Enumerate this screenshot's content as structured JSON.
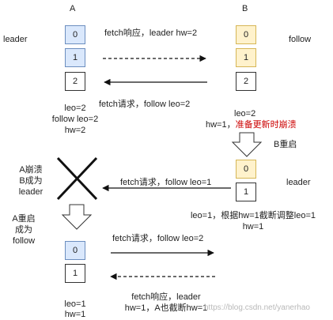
{
  "headers": {
    "a": "A",
    "b": "B"
  },
  "roles": {
    "leader": "leader",
    "follow": "follow",
    "b_leader": "leader"
  },
  "cells": {
    "a_top": [
      "0",
      "1",
      "2"
    ],
    "b_top": [
      "0",
      "1",
      "2"
    ],
    "b_mid": [
      "0",
      "1"
    ],
    "a_bottom": [
      "0",
      "1"
    ]
  },
  "messages": {
    "fetch_response_1": "fetch响应，leader hw=2",
    "fetch_request_1": "fetch请求，follow leo=2",
    "fetch_request_2": "fetch请求，follow leo=1",
    "fetch_request_3": "fetch请求，follow leo=2",
    "fetch_response_2_line1": "fetch响应，leader",
    "fetch_response_2_line2": "hw=1，A也截断hw=1"
  },
  "notes": {
    "a_stats": [
      "leo=2",
      "follow leo=2",
      "hw=2"
    ],
    "b_leo": "leo=2",
    "b_hw": "hw=1，",
    "b_crash": "准备更新时崩溃",
    "b_restart": "B重启",
    "a_crash": [
      "A崩溃",
      "B成为",
      "leader"
    ],
    "a_restart": [
      "A重启",
      "成为",
      "follow"
    ],
    "b_truncate": [
      "leo=1，根据hw=1截断调整leo=1",
      "hw=1"
    ],
    "a_final": [
      "leo=1",
      "hw=1"
    ]
  },
  "watermark": "https://blog.csdn.net/yanerhao",
  "colors": {
    "blue_fill": "#dae8fc",
    "yellow_fill": "#fff2cc",
    "crash_text": "#cc0000"
  }
}
